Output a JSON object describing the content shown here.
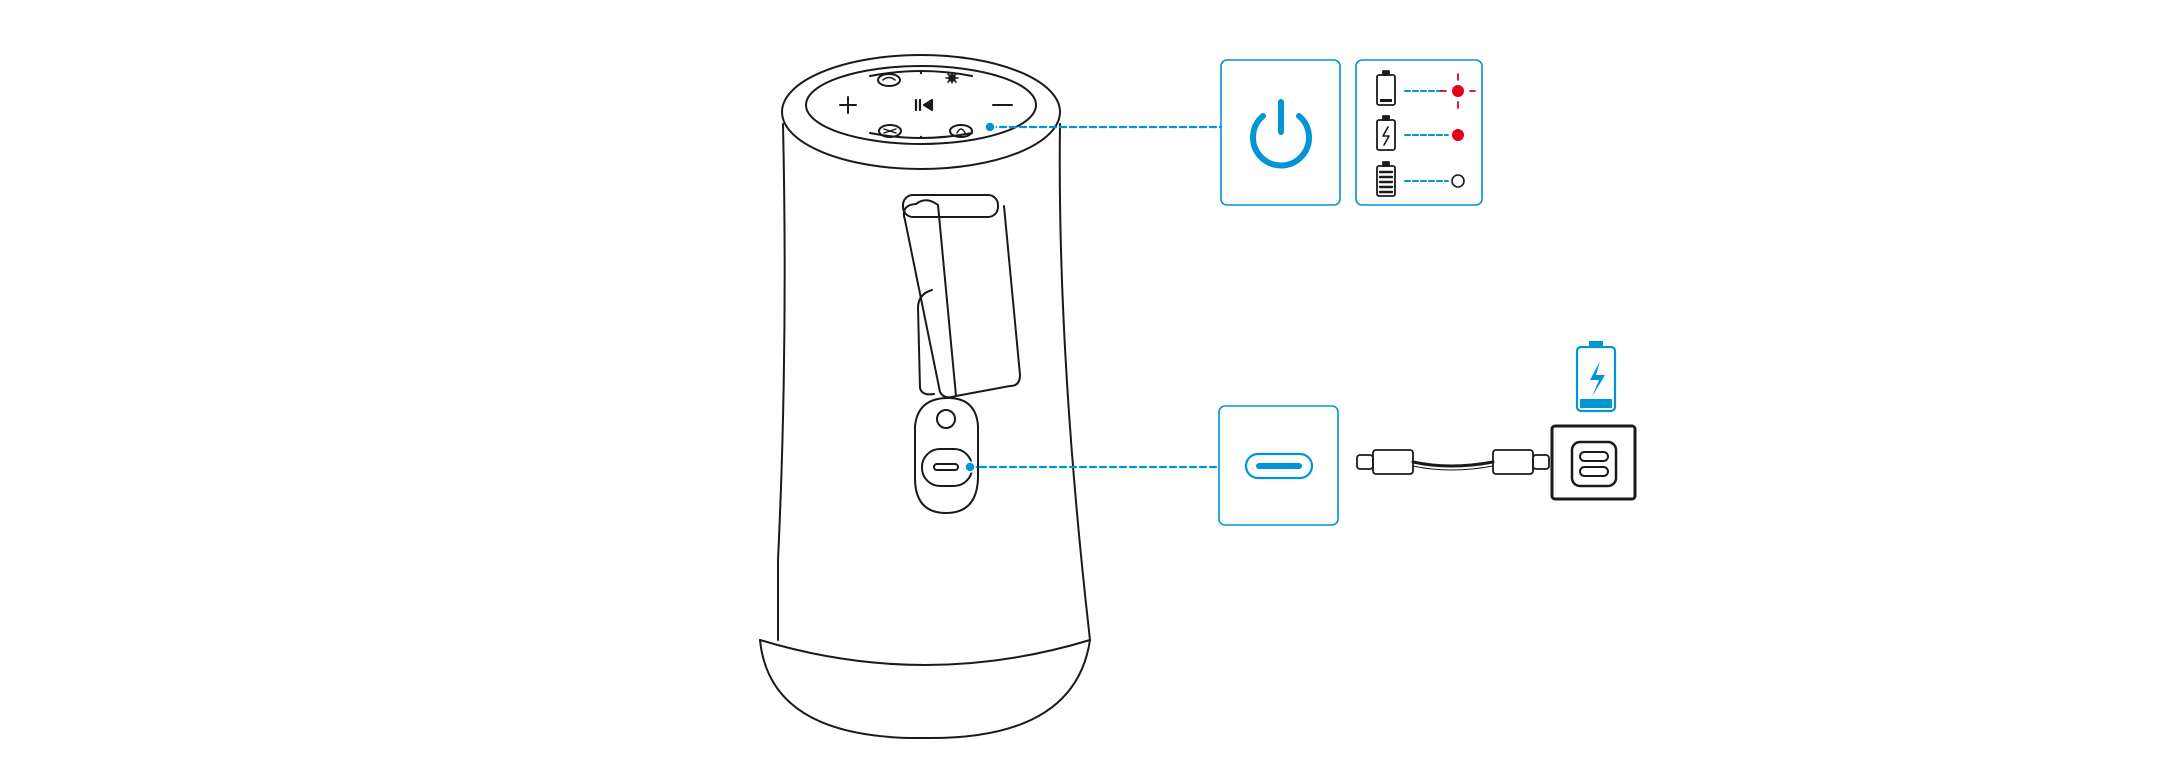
{
  "colors": {
    "accent": "#0095d5",
    "line": "#1a1a1a",
    "alert": "#e3001b",
    "background": "#ffffff"
  },
  "speaker": {
    "top_panel_icons": [
      "voice-assistant-icon",
      "light-icon",
      "volume-up-icon",
      "play-pause-icon",
      "volume-down-icon",
      "bluetooth-icon",
      "power-icon"
    ],
    "front_ports": [
      "aux-port",
      "usb-c-port"
    ]
  },
  "callouts": [
    {
      "id": "power",
      "icon": "power-icon",
      "points_to": "power-button"
    },
    {
      "id": "usb-c",
      "icon": "usb-c-port-icon",
      "points_to": "usb-c-port"
    }
  ],
  "battery_indicator": [
    {
      "level": "low",
      "icon": "battery-low-icon",
      "led": "red-flashing"
    },
    {
      "level": "charging",
      "icon": "battery-charging-icon",
      "led": "red-solid"
    },
    {
      "level": "full",
      "icon": "battery-full-icon",
      "led": "off"
    }
  ],
  "charging_setup": {
    "cable": "usb-c-to-usb-c-cable",
    "adapter": "usb-c-power-adapter",
    "battery_status": "charging-icon"
  }
}
